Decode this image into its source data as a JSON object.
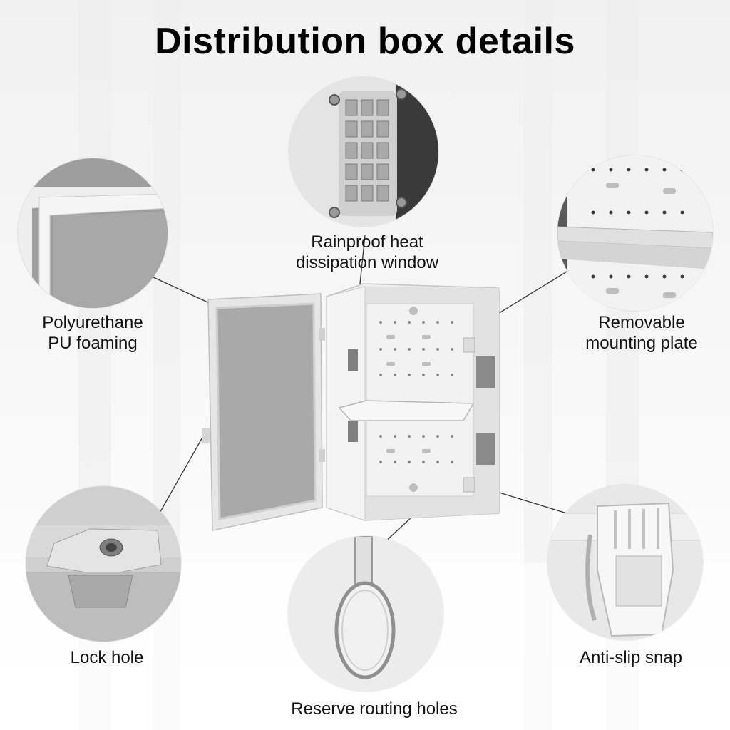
{
  "title": "Distribution box details",
  "callouts": {
    "heat_window": "Rainproof heat\ndissipation window",
    "pu_foaming": "Polyurethane\nPU foaming",
    "mounting_plate": "Removable\nmounting plate",
    "lock_hole": "Lock hole",
    "anti_slip_snap": "Anti-slip snap",
    "routing_holes": "Reserve routing holes"
  },
  "colors": {
    "title": "#000000",
    "box_body": "#e9e9e9",
    "box_inner": "#dcdcdc",
    "door_panel": "#a9a9a9",
    "vent": "#8a8a8a",
    "leader_line": "#333333"
  }
}
